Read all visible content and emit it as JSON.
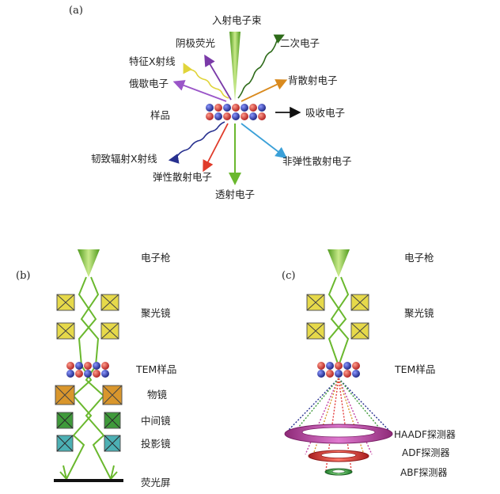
{
  "panel_a": {
    "letter": "(a)",
    "beam": "入射电子束",
    "secondary": "二次电子",
    "backscatter": "背散射电子",
    "absorbed": "吸收电子",
    "inelastic": "非弹性散射电子",
    "transmitted": "透射电子",
    "elastic": "弹性散射电子",
    "bremsstrahlung": "韧致辐射X射线",
    "sample": "样品",
    "auger": "俄歇电子",
    "characteristic": "特征X射线",
    "cathodo": "阴极荧光"
  },
  "panel_b": {
    "letter": "(b)",
    "gun": "电子枪",
    "condenser": "聚光镜",
    "sample": "TEM样品",
    "objective": "物镜",
    "intermediate": "中间镜",
    "projector": "投影镜",
    "screen": "荧光屏"
  },
  "panel_c": {
    "letter": "(c)",
    "gun": "电子枪",
    "condenser": "聚光镜",
    "sample": "TEM样品",
    "haadf": "HAADF探测器",
    "adf": "ADF探测器",
    "abf": "ABF探测器"
  },
  "colors": {
    "beam": "#6ab82e",
    "atom_red": "#d42a2a",
    "atom_blue": "#24308f",
    "lens_yellow": "#e6d94a",
    "lens_orange": "#d9962c",
    "lens_green": "#3f9a3a",
    "lens_cyan": "#4cb0b4",
    "haadf": "#c23fa2",
    "adf": "#e33b3b",
    "abf": "#3aa84a"
  }
}
